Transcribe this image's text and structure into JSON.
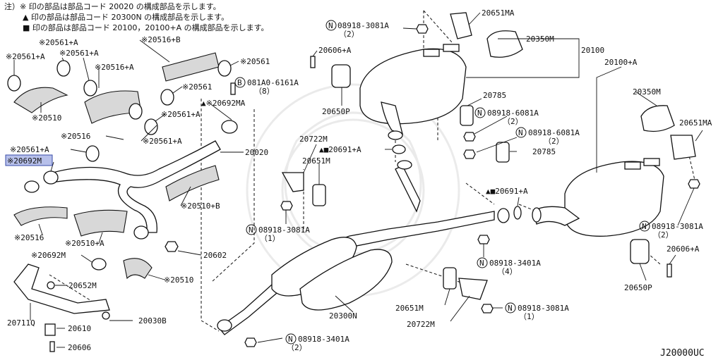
{
  "notes": [
    "注）※ 印の部品は部品コード 20020 の構成部品を示します。",
    "▲ 印の部品は部品コード 20300N の構成部品を示します。",
    "■ 印の部品は部品コード 20100，20100+A の構成部品を示します。"
  ],
  "labels": {
    "l_20561a_top": "※20561+A",
    "l_20561a_left": "※20561+A",
    "l_20561a_2": "※20561+A",
    "l_20516b": "※20516+B",
    "l_20561_r": "※20561",
    "l_20516a": "※20516+A",
    "l_20510": "※20510",
    "l_20561_m": "※20561",
    "l_081a0": "081A0-6161A",
    "l_081a0_q": "（8）",
    "l_20561a_m": "※20561+A",
    "l_20692ma": "▲※20692MA",
    "l_20516": "※20516",
    "l_20561a_m2": "※20561+A",
    "l_20561a_l2": "※20561+A",
    "l_20692m_sel": "※20692M",
    "l_20020": "20020",
    "l_20510b": "※20510+B",
    "l_20516_l": "※20516",
    "l_20510a": "※20510+A",
    "l_20692m": "※20692M",
    "l_20602": "20602",
    "l_20652m": "20652M",
    "l_20510_b": "※20510",
    "l_20711q": "20711Q",
    "l_20030b": "20030B",
    "l_20610": "20610",
    "l_20606": "20606",
    "l_20651ma_top": "20651MA",
    "l_08918_3081a_top": "08918-3081A",
    "l_q2_top": "（2）",
    "l_20606a_top": "20606+A",
    "l_20350m_top": "20350M",
    "l_20100": "20100",
    "l_20650p_top": "20650P",
    "l_20785_top": "20785",
    "l_08918_6081a_1": "08918-6081A",
    "l_q2_6081_1": "（2）",
    "l_08918_6081a_2": "08918-6081A",
    "l_q2_6081_2": "（2）",
    "l_20785_2": "20785",
    "l_20722m_top": "20722M",
    "l_20691a_1": "▲■20691+A",
    "l_20651m_top": "20651M",
    "l_08918_3081a_m": "08918-3081A",
    "l_q1_m": "（1）",
    "l_20691a_2": "▲■20691+A",
    "l_08918_3401a_m": "08918-3401A",
    "l_q4": "（4）",
    "l_20300n": "20300N",
    "l_20651m_b": "20651M",
    "l_20722m_b": "20722M",
    "l_08918_3081a_b": "08918-3081A",
    "l_q1_b": "（1）",
    "l_08918_3401a_b": "08918-3401A",
    "l_q2_b": "（2）",
    "l_20100a": "20100+A",
    "l_20350m_r": "20350M",
    "l_20651ma_r": "20651MA",
    "l_08918_3081a_r": "08918-3081A",
    "l_q2_r": "（2）",
    "l_20606a_r": "20606+A",
    "l_20650p_r": "20650P",
    "l_diagram_code": "J20000UC"
  },
  "markers": {
    "n": "N",
    "b": "B"
  }
}
